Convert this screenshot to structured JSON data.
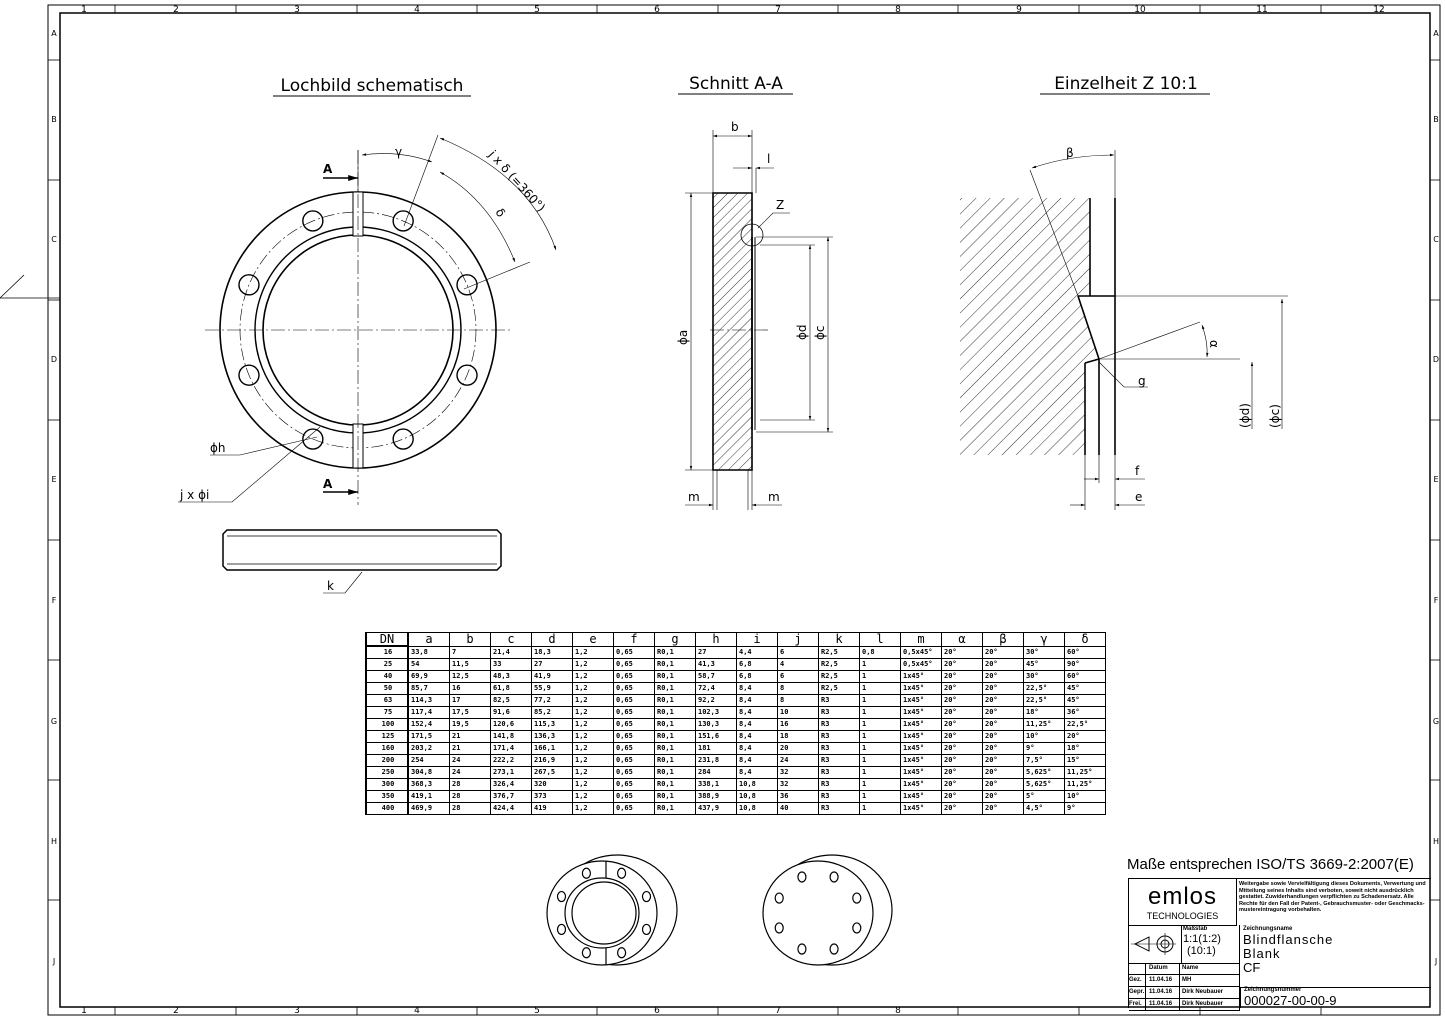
{
  "frame": {
    "columns": [
      "1",
      "2",
      "3",
      "4",
      "5",
      "6",
      "7",
      "8",
      "9",
      "10",
      "11",
      "12"
    ],
    "rows": [
      "A",
      "B",
      "C",
      "D",
      "E",
      "F",
      "G",
      "H",
      "J"
    ]
  },
  "views": {
    "hole_pattern_title": "Lochbild schematisch",
    "section_title": "Schnitt A-A",
    "detail_title": "Einzelheit Z 10:1",
    "section_marker": "A",
    "labels": {
      "y": "γ",
      "j_delta": "j x δ (=360°)",
      "delta": "δ",
      "h": "ϕh",
      "j_i": "j x ϕi",
      "k": "k",
      "b": "b",
      "l": "l",
      "z": "Z",
      "a": "ϕa",
      "d": "ϕd",
      "c": "ϕc",
      "m": "m",
      "beta": "β",
      "alpha": "α",
      "g": "g",
      "f": "f",
      "e": "e",
      "d_ref": "(ϕd)",
      "c_ref": "(ϕc)"
    }
  },
  "table": {
    "headers": [
      "DN",
      "a",
      "b",
      "c",
      "d",
      "e",
      "f",
      "g",
      "h",
      "i",
      "j",
      "k",
      "l",
      "m",
      "α",
      "β",
      "γ",
      "δ"
    ],
    "rows": [
      [
        "16",
        "33,8",
        "7",
        "21,4",
        "18,3",
        "1,2",
        "0,65",
        "R0,1",
        "27",
        "4,4",
        "6",
        "R2,5",
        "0,8",
        "0,5x45°",
        "20°",
        "20°",
        "30°",
        "60°"
      ],
      [
        "25",
        "54",
        "11,5",
        "33",
        "27",
        "1,2",
        "0,65",
        "R0,1",
        "41,3",
        "6,8",
        "4",
        "R2,5",
        "1",
        "0,5x45°",
        "20°",
        "20°",
        "45°",
        "90°"
      ],
      [
        "40",
        "69,9",
        "12,5",
        "48,3",
        "41,9",
        "1,2",
        "0,65",
        "R0,1",
        "58,7",
        "6,8",
        "6",
        "R2,5",
        "1",
        "1x45°",
        "20°",
        "20°",
        "30°",
        "60°"
      ],
      [
        "50",
        "85,7",
        "16",
        "61,8",
        "55,9",
        "1,2",
        "0,65",
        "R0,1",
        "72,4",
        "8,4",
        "8",
        "R2,5",
        "1",
        "1x45°",
        "20°",
        "20°",
        "22,5°",
        "45°"
      ],
      [
        "63",
        "114,3",
        "17",
        "82,5",
        "77,2",
        "1,2",
        "0,65",
        "R0,1",
        "92,2",
        "8,4",
        "8",
        "R3",
        "1",
        "1x45°",
        "20°",
        "20°",
        "22,5°",
        "45°"
      ],
      [
        "75",
        "117,4",
        "17,5",
        "91,6",
        "85,2",
        "1,2",
        "0,65",
        "R0,1",
        "102,3",
        "8,4",
        "10",
        "R3",
        "1",
        "1x45°",
        "20°",
        "20°",
        "18°",
        "36°"
      ],
      [
        "100",
        "152,4",
        "19,5",
        "120,6",
        "115,3",
        "1,2",
        "0,65",
        "R0,1",
        "130,3",
        "8,4",
        "16",
        "R3",
        "1",
        "1x45°",
        "20°",
        "20°",
        "11,25°",
        "22,5°"
      ],
      [
        "125",
        "171,5",
        "21",
        "141,8",
        "136,3",
        "1,2",
        "0,65",
        "R0,1",
        "151,6",
        "8,4",
        "18",
        "R3",
        "1",
        "1x45°",
        "20°",
        "20°",
        "10°",
        "20°"
      ],
      [
        "160",
        "203,2",
        "21",
        "171,4",
        "166,1",
        "1,2",
        "0,65",
        "R0,1",
        "181",
        "8,4",
        "20",
        "R3",
        "1",
        "1x45°",
        "20°",
        "20°",
        "9°",
        "18°"
      ],
      [
        "200",
        "254",
        "24",
        "222,2",
        "216,9",
        "1,2",
        "0,65",
        "R0,1",
        "231,8",
        "8,4",
        "24",
        "R3",
        "1",
        "1x45°",
        "20°",
        "20°",
        "7,5°",
        "15°"
      ],
      [
        "250",
        "304,8",
        "24",
        "273,1",
        "267,5",
        "1,2",
        "0,65",
        "R0,1",
        "284",
        "8,4",
        "32",
        "R3",
        "1",
        "1x45°",
        "20°",
        "20°",
        "5,625°",
        "11,25°"
      ],
      [
        "300",
        "368,3",
        "28",
        "326,4",
        "320",
        "1,2",
        "0,65",
        "R0,1",
        "338,1",
        "10,8",
        "32",
        "R3",
        "1",
        "1x45°",
        "20°",
        "20°",
        "5,625°",
        "11,25°"
      ],
      [
        "350",
        "419,1",
        "28",
        "376,7",
        "373",
        "1,2",
        "0,65",
        "R0,1",
        "388,9",
        "10,8",
        "36",
        "R3",
        "1",
        "1x45°",
        "20°",
        "20°",
        "5°",
        "10°"
      ],
      [
        "400",
        "469,9",
        "28",
        "424,4",
        "419",
        "1,2",
        "0,65",
        "R0,1",
        "437,9",
        "10,8",
        "40",
        "R3",
        "1",
        "1x45°",
        "20°",
        "20°",
        "4,5°",
        "9°"
      ]
    ]
  },
  "title_block": {
    "standard_note": "Maße entsprechen ISO/TS 3669-2:2007(E)",
    "logo_text": "emlos",
    "logo_sub": "TECHNOLOGIES",
    "copyright": "Weitergabe sowie Vervielfältigung dieses Dokuments, Verwertung und Mitteilung seines Inhalts sind verboten, soweit nicht ausdrücklich gestattet. Zuwiderhandlungen verpflichten zu Schadenersatz. Alle Rechte für den Fall der Patent-, Gebrauchsmuster- oder Geschmacks-mustereintragung vorbehalten.",
    "scale_label": "Maßstab",
    "scale_value": "1:1(1:2)",
    "scale_value2": "(10:1)",
    "drawing_name_label": "Zeichnungsname",
    "drawing_name": [
      "Blindflansche",
      "Blank",
      "CF"
    ],
    "drawing_number_label": "Zeichnungsnummer",
    "drawing_number": "000027-00-00-9",
    "date_header": "Datum",
    "name_header": "Name",
    "signoffs": [
      {
        "role": "Gez.",
        "date": "11.04.16",
        "name": "MH"
      },
      {
        "role": "Gepr.",
        "date": "11.04.16",
        "name": "Dirk Neubauer"
      },
      {
        "role": "Frei.",
        "date": "11.04.16",
        "name": "Dirk Neubauer"
      }
    ]
  }
}
